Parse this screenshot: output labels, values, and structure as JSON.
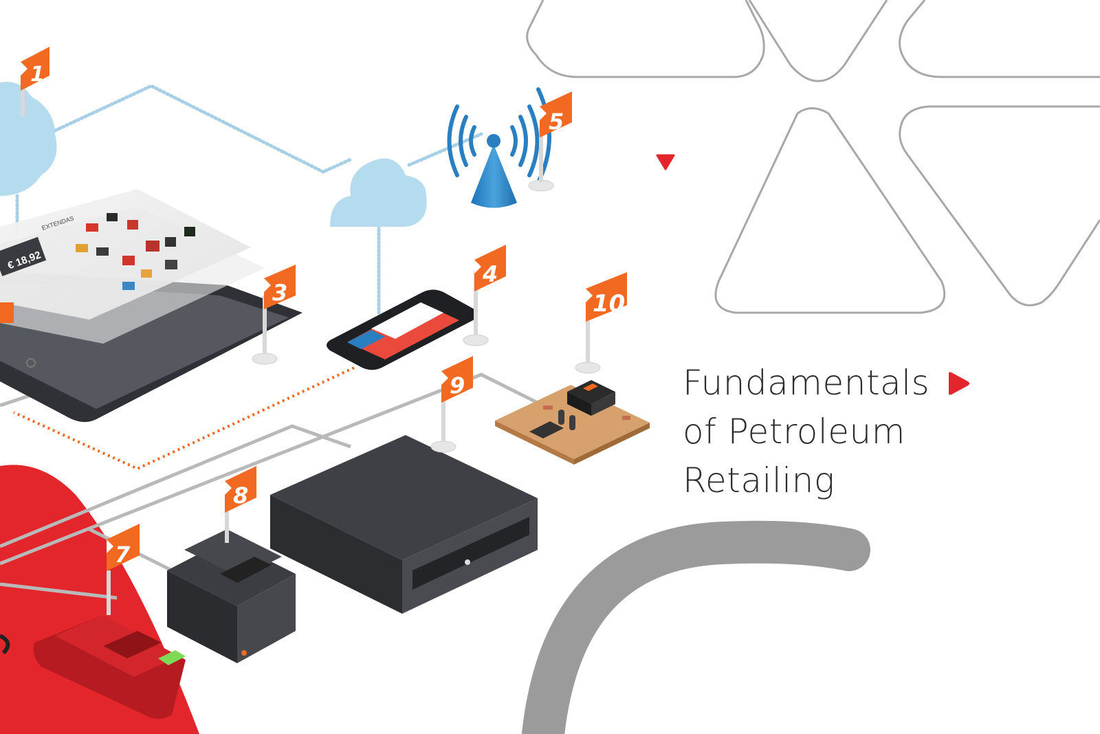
{
  "title": {
    "line1": "Fundamentals",
    "line2": "of Petroleum",
    "line3": "Retailing"
  },
  "flags": [
    "1",
    "3",
    "4",
    "5",
    "7",
    "8",
    "9",
    "10"
  ],
  "tablet_screen": {
    "brand": "EXTENDAS",
    "total": "€ 18,92"
  },
  "colors": {
    "accent_red": "#e3262b",
    "flag_orange": "#f26a21",
    "cloud_blue": "#b4dcee",
    "outline_grey": "#a8a8a8",
    "arc_grey": "#9b9b9b",
    "device_dark": "#3b3d42"
  },
  "icons": [
    "cloud-icon",
    "antenna-icon",
    "tablet-icon",
    "smartphone-icon",
    "circuit-board-icon",
    "cash-drawer-icon",
    "receipt-printer-icon",
    "card-terminal-icon",
    "play-triangle-icon"
  ]
}
